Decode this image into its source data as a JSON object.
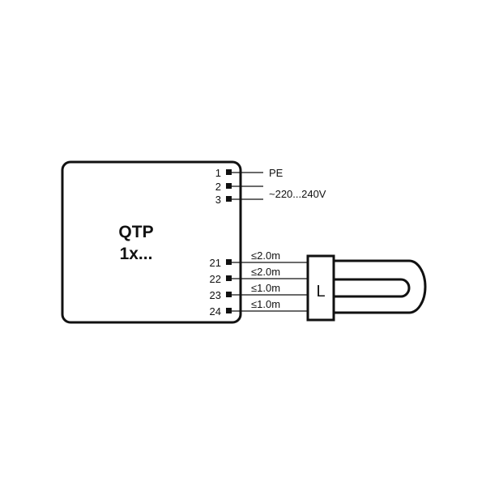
{
  "device": {
    "line1": "QTP",
    "line2": "1x..."
  },
  "mains_terminals": [
    {
      "num": "1"
    },
    {
      "num": "2"
    },
    {
      "num": "3"
    }
  ],
  "mains_labels": {
    "pe": "PE",
    "voltage": "~220...240V"
  },
  "lamp_terminals": [
    {
      "num": "21",
      "len": "≤2.0m"
    },
    {
      "num": "22",
      "len": "≤2.0m"
    },
    {
      "num": "23",
      "len": "≤1.0m"
    },
    {
      "num": "24",
      "len": "≤1.0m"
    }
  ],
  "lamp_label": "L"
}
